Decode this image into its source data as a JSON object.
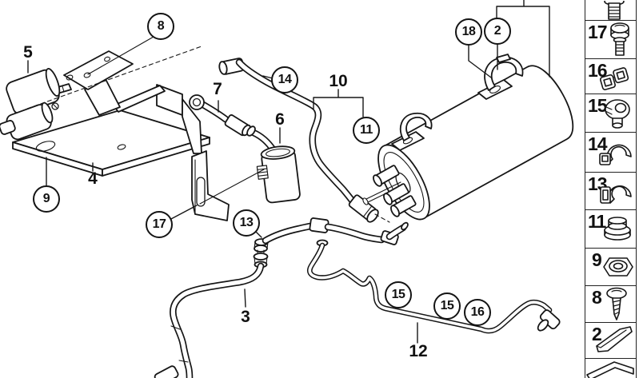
{
  "diagram": {
    "callouts": [
      {
        "id": "callout-8",
        "label": "8"
      },
      {
        "id": "callout-14",
        "label": "14"
      },
      {
        "id": "callout-11",
        "label": "11"
      },
      {
        "id": "callout-18",
        "label": "18"
      },
      {
        "id": "callout-2",
        "label": "2"
      },
      {
        "id": "callout-9",
        "label": "9"
      },
      {
        "id": "callout-17",
        "label": "17"
      },
      {
        "id": "callout-13",
        "label": "13"
      },
      {
        "id": "callout-15-a",
        "label": "15"
      },
      {
        "id": "callout-15-b",
        "label": "15"
      },
      {
        "id": "callout-16",
        "label": "16"
      }
    ],
    "labels": [
      {
        "id": "label-5",
        "label": "5"
      },
      {
        "id": "label-7",
        "label": "7"
      },
      {
        "id": "label-6",
        "label": "6"
      },
      {
        "id": "label-10",
        "label": "10"
      },
      {
        "id": "label-4",
        "label": "4"
      },
      {
        "id": "label-3",
        "label": "3"
      },
      {
        "id": "label-12",
        "label": "12"
      }
    ]
  },
  "sidebar": {
    "cells": [
      {
        "number": "",
        "icon": "bolt-partial-icon"
      },
      {
        "number": "17",
        "icon": "flange-bolt-icon"
      },
      {
        "number": "16",
        "icon": "double-clip-icon"
      },
      {
        "number": "15",
        "icon": "pipe-clamp-screw-icon"
      },
      {
        "number": "14",
        "icon": "hose-clamp-icon"
      },
      {
        "number": "13",
        "icon": "hose-clamp-block-icon"
      },
      {
        "number": "11",
        "icon": "grommet-plug-icon"
      },
      {
        "number": "9",
        "icon": "hex-nut-icon"
      },
      {
        "number": "8",
        "icon": "tapping-screw-icon"
      },
      {
        "number": "2",
        "icon": "wedge-icon"
      },
      {
        "number": "",
        "icon": "chevron-partial-icon"
      }
    ]
  },
  "colors": {
    "line": "#161616",
    "background": "#ffffff"
  }
}
